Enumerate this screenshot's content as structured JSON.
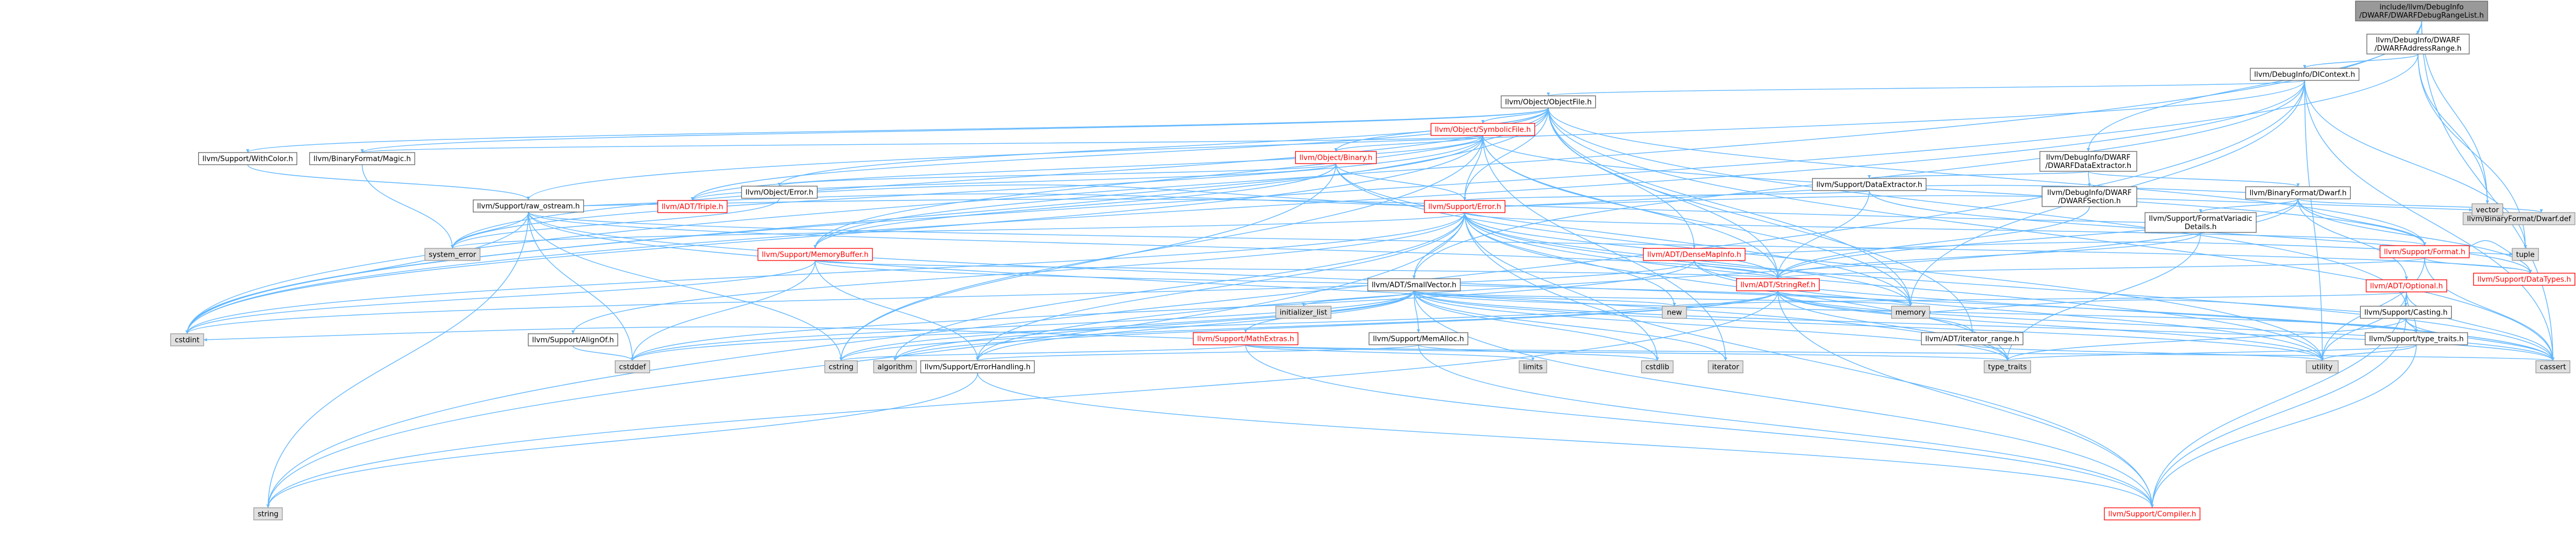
{
  "colors": {
    "edge": "#63b8ff",
    "root_fill": "#999999",
    "red_label": "#ff0000",
    "system_fill": "#e0e0e0",
    "node_border": "#666666"
  },
  "nodes": [
    {
      "id": "root",
      "label": [
        "include/llvm/DebugInfo",
        "/DWARF/DWARFDebugRangeList.h"
      ],
      "style": "root"
    },
    {
      "id": "addrrange",
      "label": [
        "llvm/DebugInfo/DWARF",
        "/DWARFAddressRange.h"
      ],
      "style": "normal"
    },
    {
      "id": "dicontext",
      "label": [
        "llvm/DebugInfo/DIContext.h"
      ],
      "style": "normal"
    },
    {
      "id": "objectfile",
      "label": [
        "llvm/Object/ObjectFile.h"
      ],
      "style": "normal"
    },
    {
      "id": "symbolicfile",
      "label": [
        "llvm/Object/SymbolicFile.h"
      ],
      "style": "red"
    },
    {
      "id": "binary",
      "label": [
        "llvm/Object/Binary.h"
      ],
      "style": "red"
    },
    {
      "id": "withcolor",
      "label": [
        "llvm/Support/WithColor.h"
      ],
      "style": "normal"
    },
    {
      "id": "magic",
      "label": [
        "llvm/BinaryFormat/Magic.h"
      ],
      "style": "normal"
    },
    {
      "id": "objerror",
      "label": [
        "llvm/Object/Error.h"
      ],
      "style": "normal"
    },
    {
      "id": "triple",
      "label": [
        "llvm/ADT/Triple.h"
      ],
      "style": "red"
    },
    {
      "id": "error",
      "label": [
        "llvm/Support/Error.h"
      ],
      "style": "red"
    },
    {
      "id": "rawostream",
      "label": [
        "llvm/Support/raw_ostream.h"
      ],
      "style": "normal"
    },
    {
      "id": "memorybuffer",
      "label": [
        "llvm/Support/MemoryBuffer.h"
      ],
      "style": "red"
    },
    {
      "id": "densemapinfo",
      "label": [
        "llvm/ADT/DenseMapInfo.h"
      ],
      "style": "red"
    },
    {
      "id": "stringref",
      "label": [
        "llvm/ADT/StringRef.h"
      ],
      "style": "red"
    },
    {
      "id": "smallvector",
      "label": [
        "llvm/ADT/SmallVector.h"
      ],
      "style": "normal"
    },
    {
      "id": "dataextractor",
      "label": [
        "llvm/DebugInfo/DWARF",
        "/DWARFDataExtractor.h"
      ],
      "style": "normal"
    },
    {
      "id": "supdataextractor",
      "label": [
        "llvm/Support/DataExtractor.h"
      ],
      "style": "normal"
    },
    {
      "id": "dwarfsection",
      "label": [
        "llvm/DebugInfo/DWARF",
        "/DWARFSection.h"
      ],
      "style": "normal"
    },
    {
      "id": "dwarf",
      "label": [
        "llvm/BinaryFormat/Dwarf.h"
      ],
      "style": "normal"
    },
    {
      "id": "dwarfdef",
      "label": [
        "llvm/BinaryFormat/Dwarf.def"
      ],
      "style": "grey"
    },
    {
      "id": "formatvariadic",
      "label": [
        "llvm/Support/FormatVariadic",
        "Details.h"
      ],
      "style": "normal"
    },
    {
      "id": "format",
      "label": [
        "llvm/Support/Format.h"
      ],
      "style": "red"
    },
    {
      "id": "datatypes",
      "label": [
        "llvm/Support/DataTypes.h"
      ],
      "style": "red"
    },
    {
      "id": "optional",
      "label": [
        "llvm/ADT/Optional.h"
      ],
      "style": "red"
    },
    {
      "id": "casting",
      "label": [
        "llvm/Support/Casting.h"
      ],
      "style": "normal"
    },
    {
      "id": "typetraitsllvm",
      "label": [
        "llvm/Support/type_traits.h"
      ],
      "style": "normal"
    },
    {
      "id": "iterrange",
      "label": [
        "llvm/ADT/iterator_range.h"
      ],
      "style": "normal"
    },
    {
      "id": "mathextras",
      "label": [
        "llvm/Support/MathExtras.h"
      ],
      "style": "red"
    },
    {
      "id": "memalloc",
      "label": [
        "llvm/Support/MemAlloc.h"
      ],
      "style": "normal"
    },
    {
      "id": "alignof",
      "label": [
        "llvm/Support/AlignOf.h"
      ],
      "style": "normal"
    },
    {
      "id": "errorhandling",
      "label": [
        "llvm/Support/ErrorHandling.h"
      ],
      "style": "normal"
    },
    {
      "id": "compiler",
      "label": [
        "llvm/Support/Compiler.h"
      ],
      "style": "red"
    },
    {
      "id": "systemerror",
      "label": [
        "system_error"
      ],
      "style": "grey"
    },
    {
      "id": "cstdint",
      "label": [
        "cstdint"
      ],
      "style": "grey"
    },
    {
      "id": "string",
      "label": [
        "string"
      ],
      "style": "grey"
    },
    {
      "id": "cstddef",
      "label": [
        "cstddef"
      ],
      "style": "grey"
    },
    {
      "id": "initlist",
      "label": [
        "initializer_list"
      ],
      "style": "grey"
    },
    {
      "id": "new",
      "label": [
        "new"
      ],
      "style": "grey"
    },
    {
      "id": "memory",
      "label": [
        "memory"
      ],
      "style": "grey"
    },
    {
      "id": "cstring",
      "label": [
        "cstring"
      ],
      "style": "grey"
    },
    {
      "id": "algorithm",
      "label": [
        "algorithm"
      ],
      "style": "grey"
    },
    {
      "id": "climits",
      "label": [
        "limits"
      ],
      "style": "grey"
    },
    {
      "id": "cstdlib",
      "label": [
        "cstdlib"
      ],
      "style": "grey"
    },
    {
      "id": "iterator",
      "label": [
        "iterator"
      ],
      "style": "grey"
    },
    {
      "id": "typetraits",
      "label": [
        "type_traits"
      ],
      "style": "grey"
    },
    {
      "id": "utility",
      "label": [
        "utility"
      ],
      "style": "grey"
    },
    {
      "id": "cassert",
      "label": [
        "cassert"
      ],
      "style": "grey"
    },
    {
      "id": "tuple",
      "label": [
        "tuple"
      ],
      "style": "grey"
    },
    {
      "id": "vector",
      "label": [
        "vector"
      ],
      "style": "grey"
    }
  ],
  "edges": [
    [
      "root",
      "addrrange"
    ],
    [
      "root",
      "dataextractor"
    ],
    [
      "root",
      "vector"
    ],
    [
      "root",
      "cstdint"
    ],
    [
      "root",
      "cassert"
    ],
    [
      "addrrange",
      "dicontext"
    ],
    [
      "addrrange",
      "tuple"
    ],
    [
      "addrrange",
      "vector"
    ],
    [
      "addrrange",
      "cstdint"
    ],
    [
      "dicontext",
      "objectfile"
    ],
    [
      "dicontext",
      "smallvector"
    ],
    [
      "dicontext",
      "rawostream"
    ],
    [
      "dicontext",
      "tuple"
    ],
    [
      "dicontext",
      "cassert"
    ],
    [
      "dicontext",
      "cstdint"
    ],
    [
      "dicontext",
      "memory"
    ],
    [
      "dicontext",
      "string"
    ],
    [
      "dicontext",
      "utility"
    ],
    [
      "objectfile",
      "symbolicfile"
    ],
    [
      "objectfile",
      "binary"
    ],
    [
      "objectfile",
      "magic"
    ],
    [
      "objectfile",
      "objerror"
    ],
    [
      "objectfile",
      "triple"
    ],
    [
      "objectfile",
      "error"
    ],
    [
      "objectfile",
      "memorybuffer"
    ],
    [
      "objectfile",
      "stringref"
    ],
    [
      "objectfile",
      "iterrange"
    ],
    [
      "objectfile",
      "densemapinfo"
    ],
    [
      "objectfile",
      "casting"
    ],
    [
      "objectfile",
      "format"
    ],
    [
      "objectfile",
      "cassert"
    ],
    [
      "objectfile",
      "cstdint"
    ],
    [
      "objectfile",
      "memory"
    ],
    [
      "objectfile",
      "systemerror"
    ],
    [
      "objectfile",
      "withcolor"
    ],
    [
      "symbolicfile",
      "binary"
    ],
    [
      "symbolicfile",
      "magic"
    ],
    [
      "symbolicfile",
      "error"
    ],
    [
      "symbolicfile",
      "memorybuffer"
    ],
    [
      "symbolicfile",
      "stringref"
    ],
    [
      "symbolicfile",
      "format"
    ],
    [
      "symbolicfile",
      "cstdint"
    ],
    [
      "symbolicfile",
      "cstring"
    ],
    [
      "symbolicfile",
      "iterator"
    ],
    [
      "symbolicfile",
      "memory"
    ],
    [
      "symbolicfile",
      "systemerror"
    ],
    [
      "symbolicfile",
      "triple"
    ],
    [
      "binary",
      "objerror"
    ],
    [
      "binary",
      "triple"
    ],
    [
      "binary",
      "error"
    ],
    [
      "binary",
      "memorybuffer"
    ],
    [
      "binary",
      "memory"
    ],
    [
      "binary",
      "utility"
    ],
    [
      "binary",
      "cstring"
    ],
    [
      "withcolor",
      "rawostream"
    ],
    [
      "magic",
      "systemerror"
    ],
    [
      "objerror",
      "error"
    ],
    [
      "objerror",
      "systemerror"
    ],
    [
      "error",
      "smallvector"
    ],
    [
      "error",
      "stringref"
    ],
    [
      "error",
      "rawostream"
    ],
    [
      "error",
      "format"
    ],
    [
      "error",
      "errorhandling"
    ],
    [
      "error",
      "alignof"
    ],
    [
      "error",
      "compiler"
    ],
    [
      "error",
      "algorithm"
    ],
    [
      "error",
      "cassert"
    ],
    [
      "error",
      "cstdint"
    ],
    [
      "error",
      "cstdlib"
    ],
    [
      "error",
      "memory"
    ],
    [
      "error",
      "new"
    ],
    [
      "error",
      "string"
    ],
    [
      "error",
      "systemerror"
    ],
    [
      "error",
      "typetraits"
    ],
    [
      "error",
      "utility"
    ],
    [
      "error",
      "vector"
    ],
    [
      "rawostream",
      "stringref"
    ],
    [
      "rawostream",
      "datatypes"
    ],
    [
      "rawostream",
      "cassert"
    ],
    [
      "rawostream",
      "cstddef"
    ],
    [
      "rawostream",
      "cstdint"
    ],
    [
      "rawostream",
      "cstring"
    ],
    [
      "rawostream",
      "string"
    ],
    [
      "rawostream",
      "systemerror"
    ],
    [
      "rawostream",
      "typetraits"
    ],
    [
      "memorybuffer",
      "stringref"
    ],
    [
      "memorybuffer",
      "cstddef"
    ],
    [
      "memorybuffer",
      "cstdint"
    ],
    [
      "memorybuffer",
      "memory"
    ],
    [
      "memorybuffer",
      "errorhandling"
    ],
    [
      "densemapinfo",
      "stringref"
    ],
    [
      "densemapinfo",
      "cassert"
    ],
    [
      "densemapinfo",
      "cstddef"
    ],
    [
      "densemapinfo",
      "cstdint"
    ],
    [
      "densemapinfo",
      "tuple"
    ],
    [
      "densemapinfo",
      "utility"
    ],
    [
      "stringref",
      "iterrange"
    ],
    [
      "stringref",
      "compiler"
    ],
    [
      "stringref",
      "algorithm"
    ],
    [
      "stringref",
      "cassert"
    ],
    [
      "stringref",
      "cstddef"
    ],
    [
      "stringref",
      "cstring"
    ],
    [
      "stringref",
      "limits"
    ],
    [
      "stringref",
      "string"
    ],
    [
      "stringref",
      "typetraits"
    ],
    [
      "stringref",
      "utility"
    ],
    [
      "smallvector",
      "mathextras"
    ],
    [
      "smallvector",
      "memalloc"
    ],
    [
      "smallvector",
      "typetraitsllvm"
    ],
    [
      "smallvector",
      "compiler"
    ],
    [
      "smallvector",
      "algorithm"
    ],
    [
      "smallvector",
      "cassert"
    ],
    [
      "smallvector",
      "cstddef"
    ],
    [
      "smallvector",
      "cstdlib"
    ],
    [
      "smallvector",
      "cstring"
    ],
    [
      "smallvector",
      "initlist"
    ],
    [
      "smallvector",
      "iterator"
    ],
    [
      "smallvector",
      "limits"
    ],
    [
      "smallvector",
      "memory"
    ],
    [
      "smallvector",
      "new"
    ],
    [
      "smallvector",
      "typetraits"
    ],
    [
      "smallvector",
      "utility"
    ],
    [
      "smallvector",
      "errorhandling"
    ],
    [
      "dataextractor",
      "dwarf"
    ],
    [
      "dataextractor",
      "dwarfsection"
    ],
    [
      "dataextractor",
      "supdataextractor"
    ],
    [
      "supdataextractor",
      "stringref"
    ],
    [
      "supdataextractor",
      "error"
    ],
    [
      "supdataextractor",
      "datatypes"
    ],
    [
      "dwarfsection",
      "stringref"
    ],
    [
      "dwarf",
      "stringref"
    ],
    [
      "dwarf",
      "error"
    ],
    [
      "dwarf",
      "errorhandling"
    ],
    [
      "dwarf",
      "format"
    ],
    [
      "dwarf",
      "formatvariadic"
    ],
    [
      "dwarf",
      "datatypes"
    ],
    [
      "dwarf",
      "optional"
    ],
    [
      "dwarf",
      "dwarfdef"
    ],
    [
      "formatvariadic",
      "stringref"
    ],
    [
      "formatvariadic",
      "rawostream"
    ],
    [
      "formatvariadic",
      "typetraits"
    ],
    [
      "format",
      "stringref"
    ],
    [
      "format",
      "datatypes"
    ],
    [
      "format",
      "cassert"
    ],
    [
      "format",
      "cstdio"
    ],
    [
      "format",
      "tuple"
    ],
    [
      "format",
      "utility"
    ],
    [
      "optional",
      "compiler"
    ],
    [
      "optional",
      "typetraitsllvm"
    ],
    [
      "optional",
      "cassert"
    ],
    [
      "optional",
      "new"
    ],
    [
      "optional",
      "utility"
    ],
    [
      "casting",
      "typetraitsllvm"
    ],
    [
      "casting",
      "compiler"
    ],
    [
      "casting",
      "cassert"
    ],
    [
      "casting",
      "memory"
    ],
    [
      "casting",
      "typetraits"
    ],
    [
      "typetraitsllvm",
      "compiler"
    ],
    [
      "typetraitsllvm",
      "typetraits"
    ],
    [
      "typetraitsllvm",
      "utility"
    ],
    [
      "iterrange",
      "utility"
    ],
    [
      "mathextras",
      "compiler"
    ],
    [
      "mathextras",
      "cassert"
    ],
    [
      "mathextras",
      "climits"
    ],
    [
      "mathextras",
      "cstdint"
    ],
    [
      "mathextras",
      "cstring"
    ],
    [
      "mathextras",
      "limits"
    ],
    [
      "mathextras",
      "typetraits"
    ],
    [
      "memalloc",
      "compiler"
    ],
    [
      "memalloc",
      "errorhandling"
    ],
    [
      "memalloc",
      "cstdlib"
    ],
    [
      "alignof",
      "cstddef"
    ],
    [
      "errorhandling",
      "compiler"
    ],
    [
      "errorhandling",
      "string"
    ]
  ]
}
